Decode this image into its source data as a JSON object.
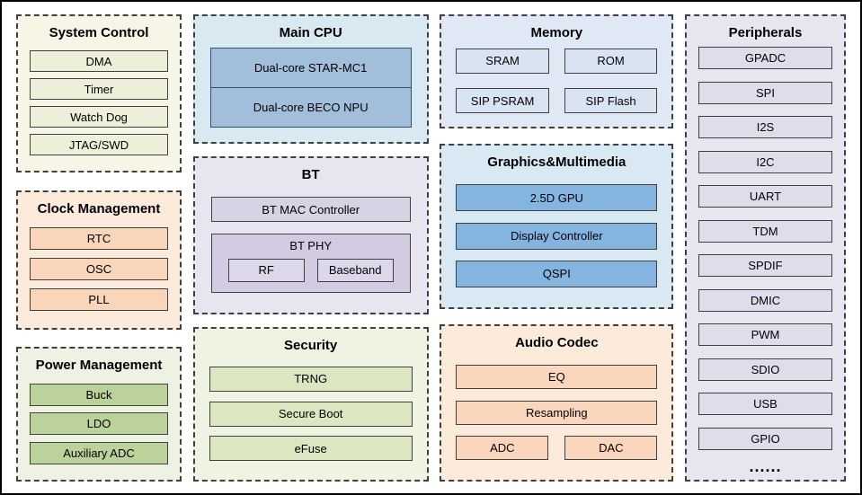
{
  "diagram": {
    "system_control": {
      "title": "System Control",
      "items": [
        "DMA",
        "Timer",
        "Watch Dog",
        "JTAG/SWD"
      ]
    },
    "clock_management": {
      "title": "Clock Management",
      "items": [
        "RTC",
        "OSC",
        "PLL"
      ]
    },
    "power_management": {
      "title": "Power Management",
      "items": [
        "Buck",
        "LDO",
        "Auxiliary ADC"
      ]
    },
    "main_cpu": {
      "title": "Main CPU",
      "items": [
        "Dual-core STAR-MC1",
        "Dual-core BECO NPU"
      ]
    },
    "bt": {
      "title": "BT",
      "mac": "BT MAC Controller",
      "phy": {
        "title": "BT PHY",
        "items": [
          "RF",
          "Baseband"
        ]
      }
    },
    "security": {
      "title": "Security",
      "items": [
        "TRNG",
        "Secure Boot",
        "eFuse"
      ]
    },
    "memory": {
      "title": "Memory",
      "items": [
        "SRAM",
        "ROM",
        "SIP PSRAM",
        "SIP Flash"
      ]
    },
    "graphics_multimedia": {
      "title": "Graphics&Multimedia",
      "items": [
        "2.5D GPU",
        "Display Controller",
        "QSPI"
      ]
    },
    "audio_codec": {
      "title": "Audio Codec",
      "items": [
        "EQ",
        "Resampling"
      ],
      "row": [
        "ADC",
        "DAC"
      ]
    },
    "peripherals": {
      "title": "Peripherals",
      "items": [
        "GPADC",
        "SPI",
        "I2S",
        "I2C",
        "UART",
        "TDM",
        "SPDIF",
        "DMIC",
        "PWM",
        "SDIO",
        "USB",
        "GPIO"
      ],
      "ellipsis": "......"
    }
  },
  "colors": {
    "outer_border": "#000000",
    "system_control_bg": "#f7f5e6",
    "system_control_item": "#edefd9",
    "clock_bg": "#fcebdb",
    "clock_item": "#f9d5ba",
    "power_bg": "#edf2e3",
    "power_item": "#bcd29b",
    "main_cpu_bg": "#d9e9f2",
    "main_cpu_item": "#a1bfdb",
    "bt_bg": "#e8e4f0",
    "bt_item": "#d8d2e5",
    "security_bg": "#eef3e2",
    "security_item": "#dce7c2",
    "memory_bg": "#dfe8f4",
    "memory_item": "#d9e4f2",
    "graphics_bg": "#d9e9f4",
    "graphics_item": "#83b5e0",
    "audio_bg": "#fcebdb",
    "audio_item": "#f9d6bc",
    "peripherals_bg": "#e8e4f0",
    "peripherals_item": "#dfdcec"
  }
}
